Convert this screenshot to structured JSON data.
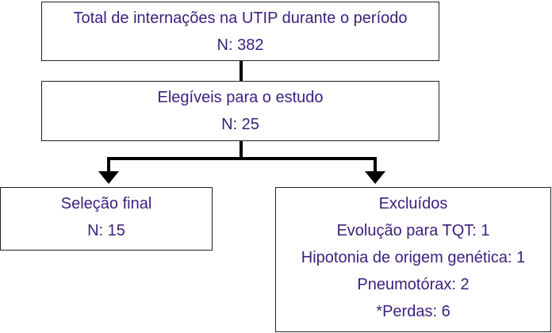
{
  "boxes": {
    "total": {
      "title": "Total de internações na UTIP durante o período",
      "count": "N: 382"
    },
    "eligible": {
      "title": "Elegíveis para o estudo",
      "count": "N: 25"
    },
    "final": {
      "title": "Seleção final",
      "count": "N: 15"
    },
    "excluded": {
      "title": "Excluídos",
      "items": [
        "Evolução para TQT: 1",
        "Hipotonia de origem genética: 1",
        "Pneumotórax: 2",
        "*Perdas: 6"
      ]
    }
  },
  "colors": {
    "text": "#3b1f7e",
    "lines": "#000000"
  }
}
